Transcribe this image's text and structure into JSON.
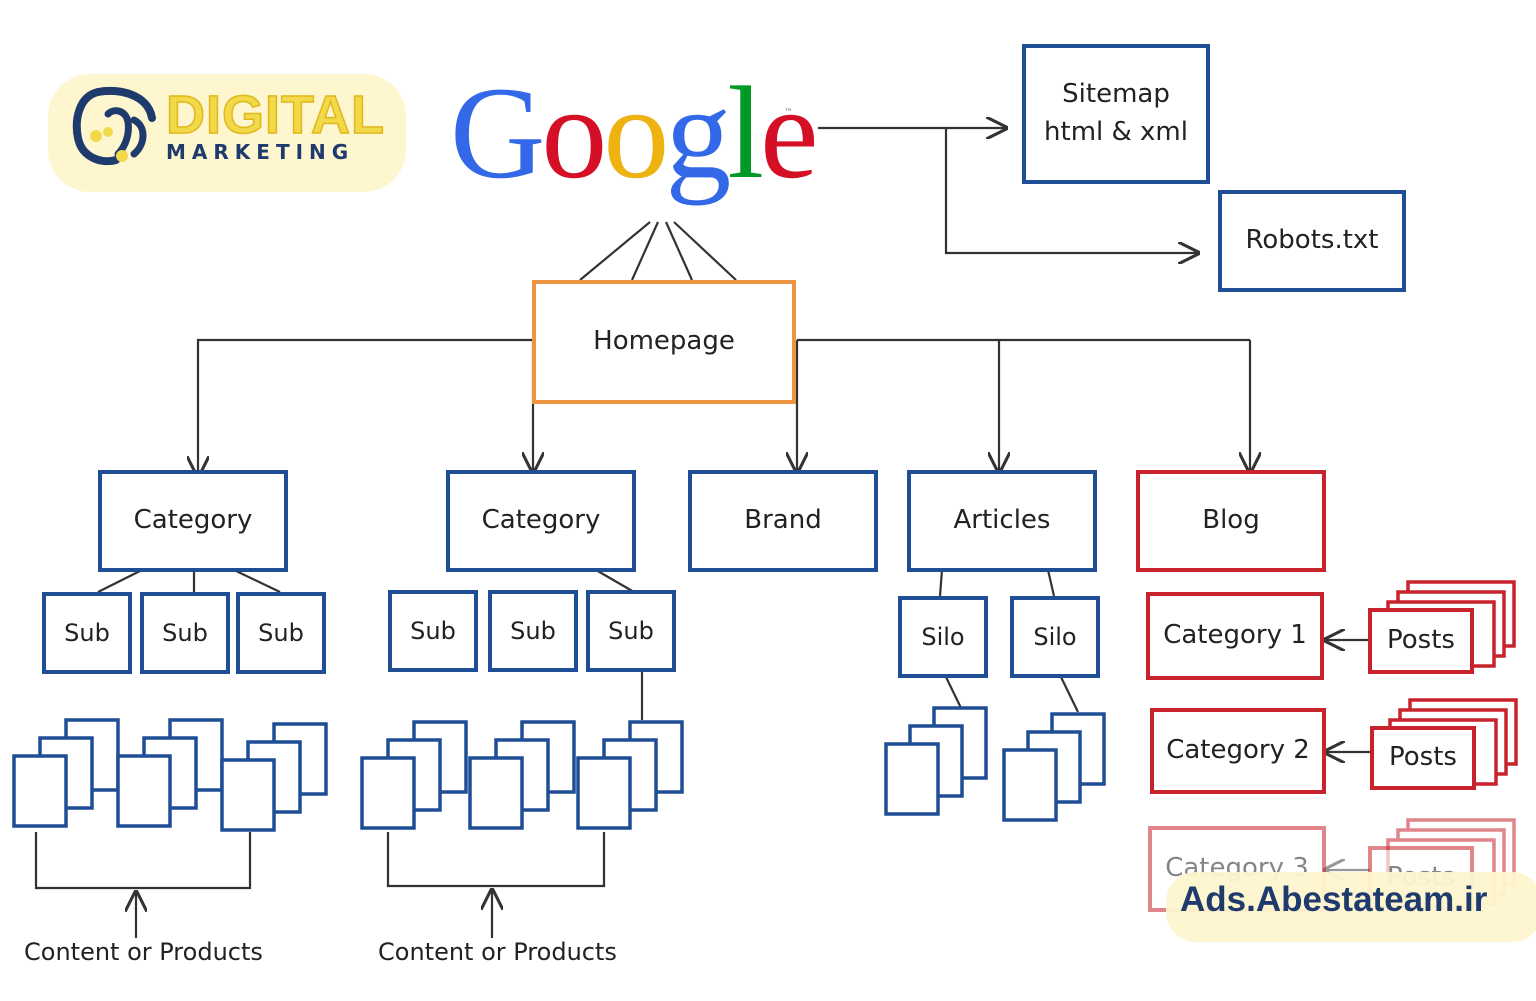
{
  "brand": {
    "title": "DIGITAL",
    "subtitle": "MARKETING",
    "icon": "dm-logo-icon"
  },
  "google": {
    "letters": [
      "G",
      "o",
      "o",
      "g",
      "l",
      "e"
    ],
    "colors": [
      "#3369e8",
      "#d50f25",
      "#eeb211",
      "#3369e8",
      "#009925",
      "#d50f25"
    ],
    "tm": "™"
  },
  "nodes": {
    "sitemap": "Sitemap",
    "sitemap2": "html & xml",
    "robots": "Robots.txt",
    "homepage": "Homepage",
    "category_a": "Category",
    "category_b": "Category",
    "brand": "Brand",
    "articles": "Articles",
    "blog": "Blog",
    "sub": "Sub",
    "silo": "Silo",
    "blog_categories": [
      "Category 1",
      "Category 2",
      "Category 3"
    ],
    "posts": "Posts",
    "content": "Content or Products"
  },
  "watermark": "Ads.Abestateam.ir",
  "colors": {
    "blue": "#1f4e96",
    "red": "#c8232c",
    "orange": "#ef9440",
    "line": "#333333"
  }
}
